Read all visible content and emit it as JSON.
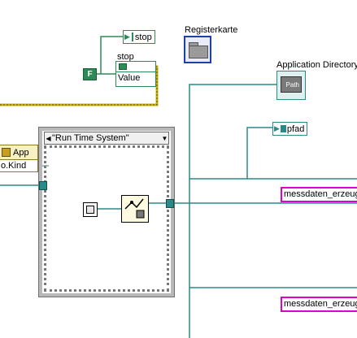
{
  "nodes": {
    "stop_local_top": "stop",
    "stop_label": "stop",
    "stop_terminal_value": "Value",
    "bool_constant": "F",
    "tab_label": "Registerkarte",
    "appdir_label": "Application Directory",
    "path_icon_text": "Path",
    "pfad_local": "pfad",
    "case_selector": "\"Run Time System\"",
    "string_const_1": "messdaten_erzeug",
    "string_const_2": "messdaten_erzeug",
    "prop_header": "App",
    "prop_row": "o.Kind"
  },
  "colors": {
    "boolean_wire": "#2e8b57",
    "path_wire": "#2a8a8a",
    "string_const_border": "#e000c8",
    "error_cluster_wire": "#c8b400",
    "tab_control_border": "#1f3faa"
  }
}
